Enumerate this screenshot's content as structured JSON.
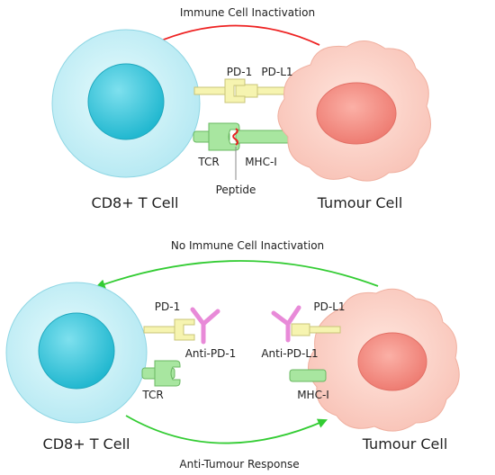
{
  "top": {
    "arrow_label": "Immune Cell Inactivation",
    "t_cell_label": "CD8+ T Cell",
    "tumour_cell_label": "Tumour Cell",
    "pd1_label": "PD-1",
    "pdl1_label": "PD-L1",
    "tcr_label": "TCR",
    "mhc_label": "MHC-I",
    "peptide_label": "Peptide"
  },
  "bottom": {
    "arrow_label": "No Immune Cell Inactivation",
    "response_label": "Anti-Tumour Response",
    "t_cell_label": "CD8+ T Cell",
    "tumour_cell_label": "Tumour Cell",
    "pd1_label": "PD-1",
    "pdl1_label": "PD-L1",
    "anti_pd1_label": "Anti-PD-1",
    "anti_pdl1_label": "Anti-PD-L1",
    "tcr_label": "TCR",
    "mhc_label": "MHC-I"
  },
  "colors": {
    "t_cell_outer": "#c8f0f6",
    "t_cell_inner": "#3cc8dc",
    "tumour_outer": "#fdd3c8",
    "tumour_inner": "#f48a80",
    "receptor_yellow": "#f6f4b0",
    "receptor_green": "#a8e6a0",
    "antibody_pink": "#e88ad8",
    "arrow_red": "#ee2222",
    "arrow_green": "#33cc33",
    "peptide_red": "#e82020"
  }
}
